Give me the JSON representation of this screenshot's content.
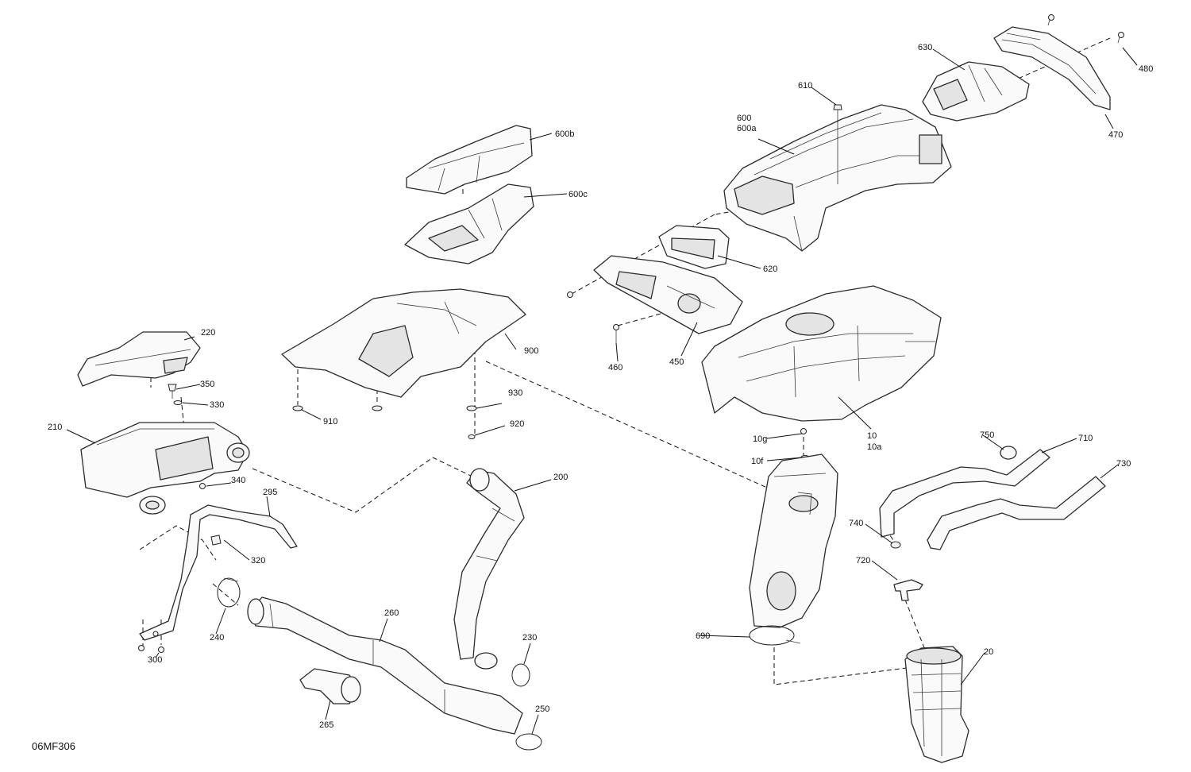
{
  "figure_id": "06MF306",
  "callouts": {
    "c10": "10",
    "c10a": "10a",
    "c10f": "10f",
    "c10g": "10g",
    "c20": "20",
    "c200": "200",
    "c210": "210",
    "c220": "220",
    "c230": "230",
    "c240": "240",
    "c250": "250",
    "c260": "260",
    "c265": "265",
    "c295": "295",
    "c300": "300",
    "c320": "320",
    "c330": "330",
    "c340": "340",
    "c350": "350",
    "c450": "450",
    "c460": "460",
    "c470": "470",
    "c480": "480",
    "c600": "600",
    "c600a": "600a",
    "c600b": "600b",
    "c600c": "600c",
    "c610": "610",
    "c620": "620",
    "c630": "630",
    "c690": "690",
    "c710": "710",
    "c720": "720",
    "c730": "730",
    "c740": "740",
    "c750": "750",
    "c900": "900",
    "c910": "910",
    "c920": "920",
    "c930": "930"
  }
}
